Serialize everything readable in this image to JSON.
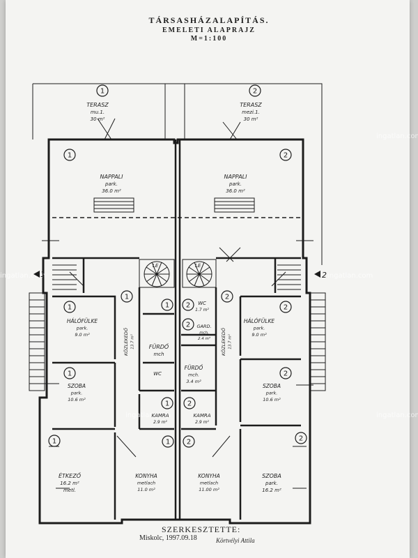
{
  "title": {
    "line1": "TÁRSASHÁZALAPÍTÁS.",
    "line2": "EMELETI ALAPRAJZ",
    "line3": "M=1:100"
  },
  "units": {
    "left_marker": "1",
    "right_marker": "2"
  },
  "rooms": {
    "terasz_1": {
      "name": "TERASZ",
      "l2": "mu.1.",
      "l3": "30 m²",
      "unit": "1"
    },
    "terasz_2": {
      "name": "TERASZ",
      "l2": "mezi.1.",
      "l3": "30 m²",
      "unit": "2"
    },
    "nappali_1": {
      "name": "NAPPALI",
      "l2": "park.",
      "l3": "36.0 m²",
      "unit": "1"
    },
    "nappali_2": {
      "name": "NAPPALI",
      "l2": "park.",
      "l3": "36.0 m²",
      "unit": "2"
    },
    "halo_1": {
      "name": "HÁLÓFÜLKE",
      "l2": "park.",
      "l3": "9.0 m²",
      "unit": "1"
    },
    "halo_2": {
      "name": "HÁLÓFÜLKE",
      "l2": "park.",
      "l3": "9.0 m²",
      "unit": "2"
    },
    "kozl_1": {
      "name": "KÖZLEKEDŐ",
      "l2": "13.7 m²",
      "unit": "1"
    },
    "kozl_2": {
      "name": "KÖZLEKEDŐ",
      "l2": "13.7 m²",
      "unit": "2"
    },
    "furdo_1": {
      "name": "FÜRDŐ",
      "l2": "mch",
      "unit": "1"
    },
    "furdo_2": {
      "name": "FÜRDŐ",
      "l2": "mch.",
      "l3": "3.4 m²",
      "unit": "2"
    },
    "wc_1": {
      "name": "WC",
      "unit": "1"
    },
    "wc_2": {
      "name": "WC",
      "l2": "1.7 m²",
      "unit": "2"
    },
    "gard_2": {
      "name": "GARD.",
      "l2": "mch.",
      "l3": "2.4 m²",
      "unit": "2"
    },
    "szoba_1": {
      "name": "SZOBA",
      "l2": "park.",
      "l3": "10.6 m²",
      "unit": "1"
    },
    "szoba_2": {
      "name": "SZOBA",
      "l2": "park.",
      "l3": "10.6 m²",
      "unit": "2"
    },
    "kamra_1": {
      "name": "KAMRA",
      "l2": "2.9 m²",
      "unit": "1"
    },
    "kamra_2": {
      "name": "KAMRA",
      "l2": "2.9 m²",
      "unit": "2"
    },
    "etkezo_1": {
      "name": "ÉTKEZŐ",
      "l2": "16.2 m²",
      "l3": "metl.",
      "unit": "1"
    },
    "konyha_1": {
      "name": "KONYHA",
      "l2": "metlach",
      "l3": "11.0 m²",
      "unit": "1"
    },
    "konyha_2": {
      "name": "KONYHA",
      "l2": "metlach",
      "l3": "11.00 m²",
      "unit": "2"
    },
    "szoba2_2": {
      "name": "SZOBA",
      "l2": "park.",
      "l3": "16.2 m²",
      "unit": "2"
    }
  },
  "stairs": {
    "left": "LE",
    "right": "LE"
  },
  "footer": {
    "designer_label": "SZERKESZTETTE:",
    "place_date": "Miskolc, 1997.09.18",
    "name": "Körtvélyi Attila"
  },
  "watermark": "ingatlan.com"
}
